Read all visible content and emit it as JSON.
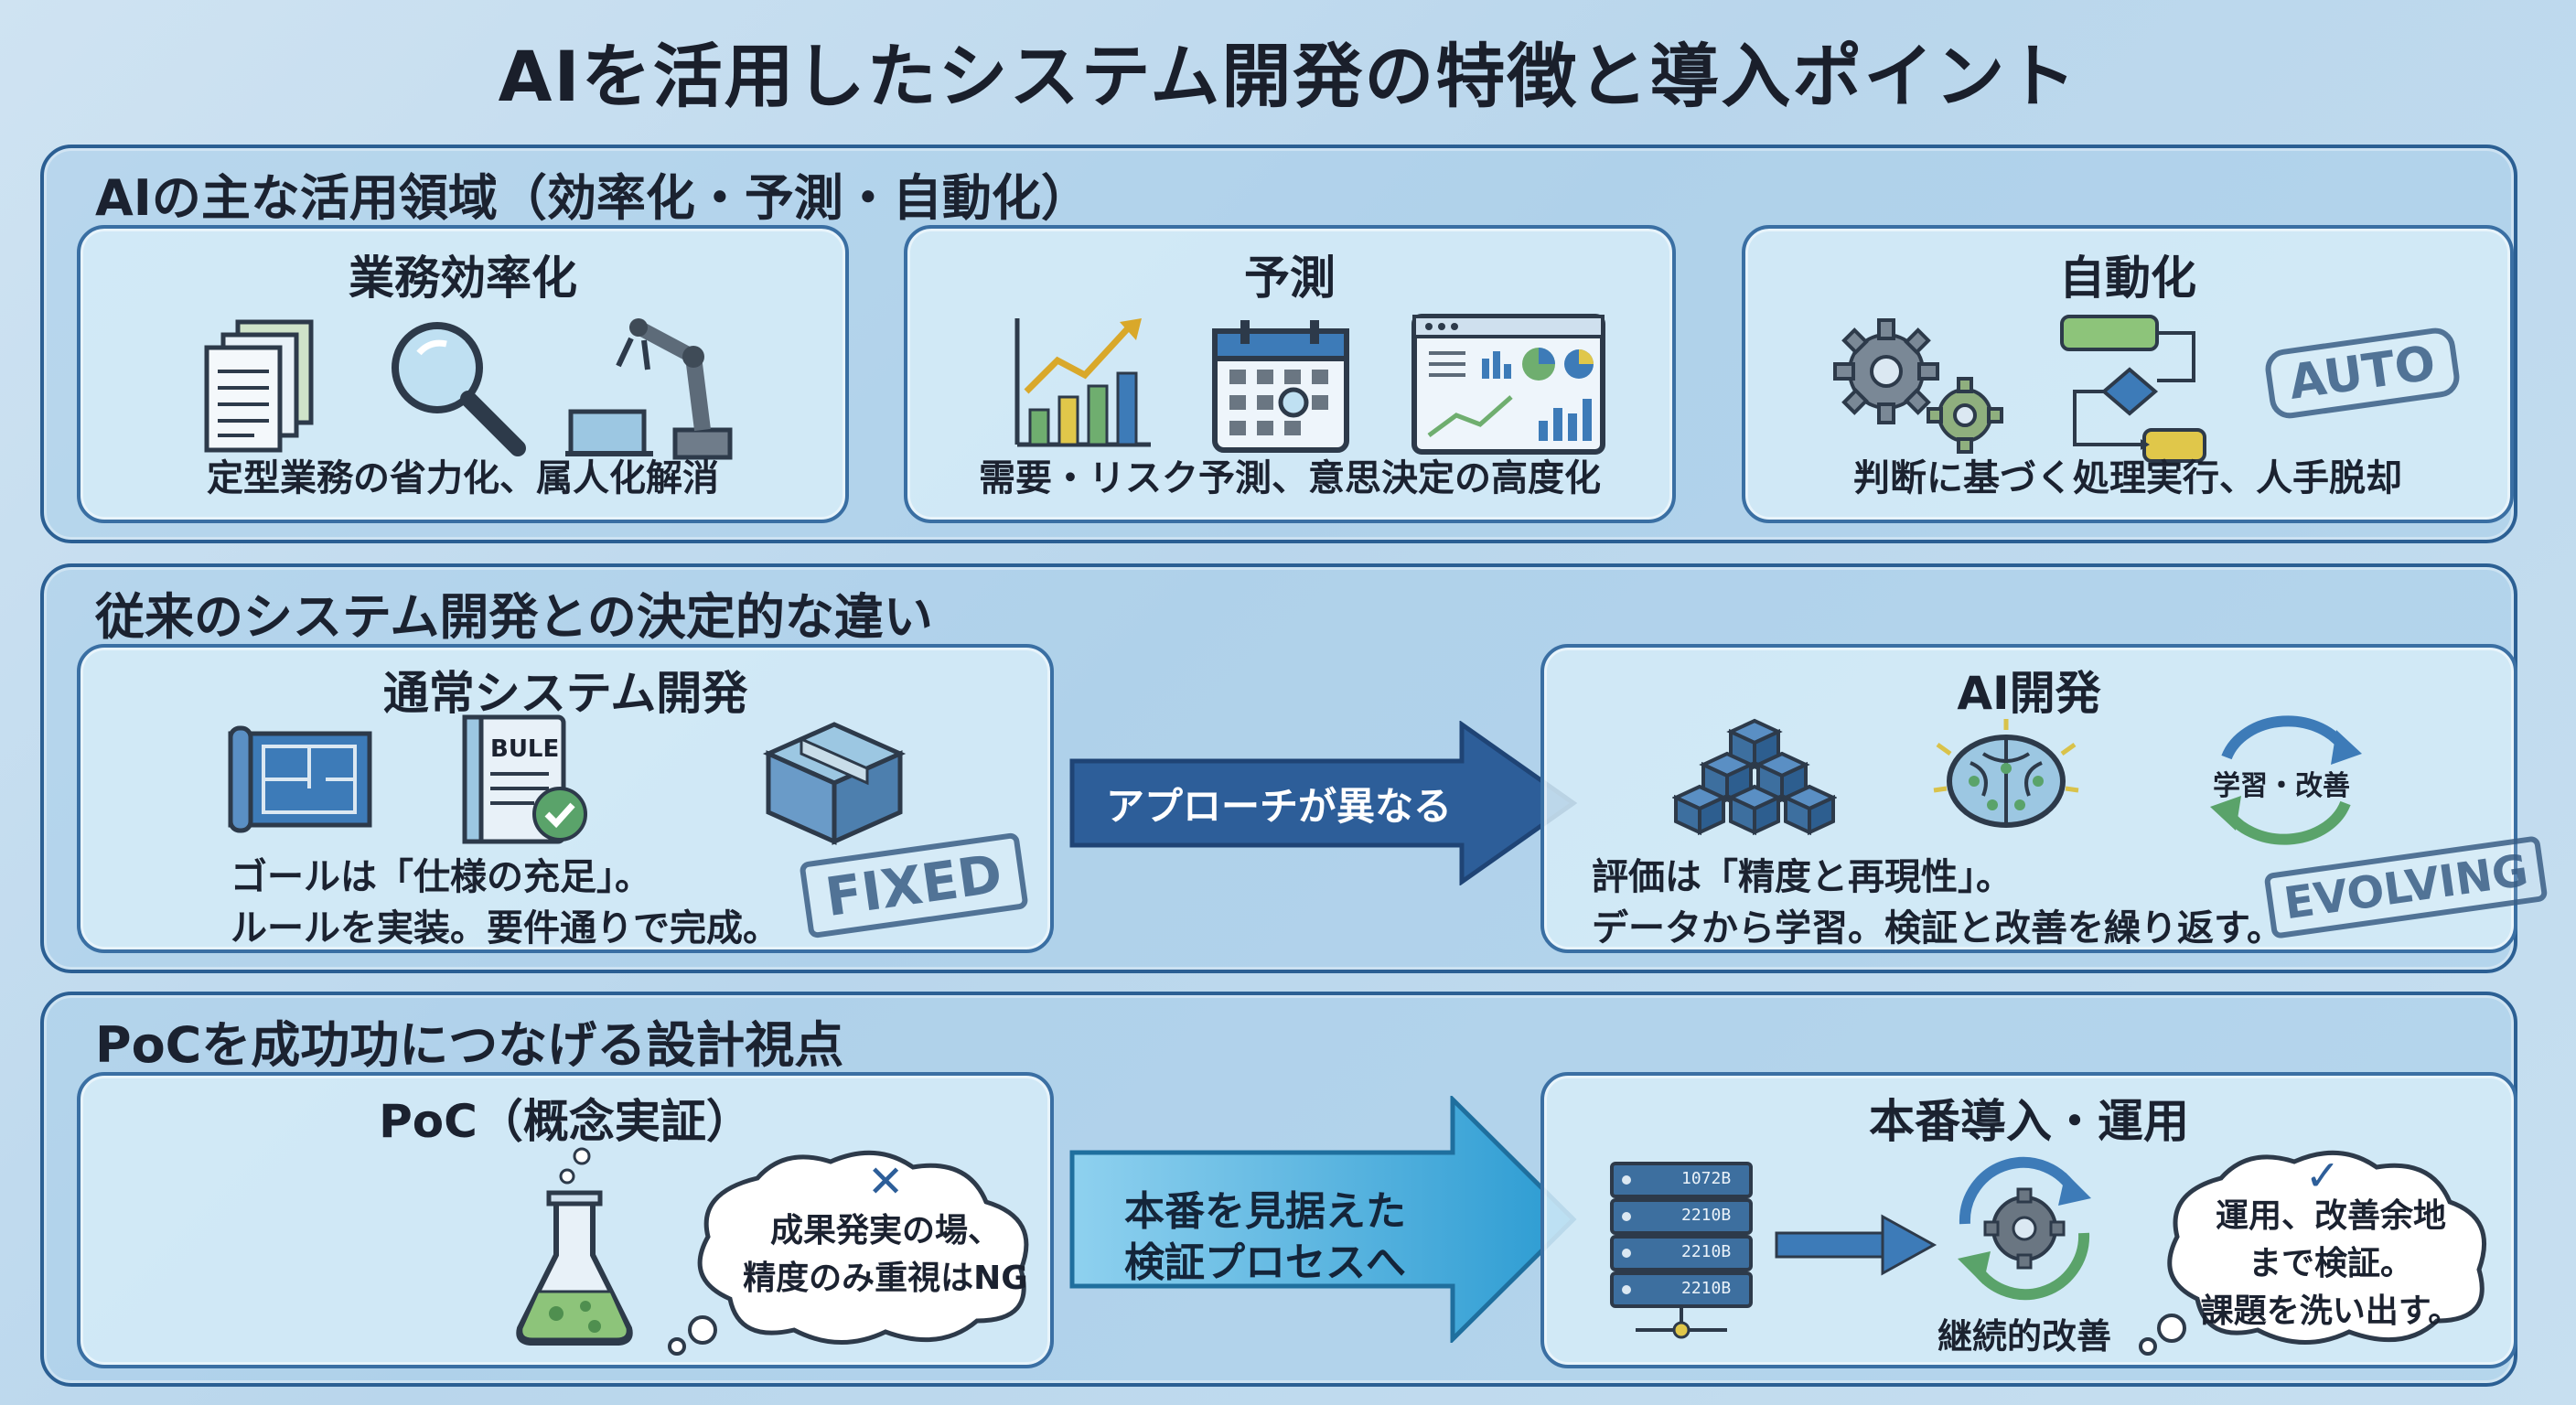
{
  "title": "AIを活用したシステム開発の特徴と導入ポイント",
  "section1": {
    "heading": "AIの主な活用領域（効率化・予測・自動化）",
    "cards": [
      {
        "title": "業務効率化",
        "caption": "定型業務の省力化、属人化解消",
        "icons": [
          "documents-icon",
          "magnifier-icon",
          "robot-arm-icon"
        ]
      },
      {
        "title": "予測",
        "caption": "需要・リスク予測、意思決定の高度化",
        "icons": [
          "growth-chart-icon",
          "calendar-icon",
          "dashboard-icon"
        ]
      },
      {
        "title": "自動化",
        "caption": "判断に基づく処理実行、人手脱却",
        "icons": [
          "gears-icon",
          "flowchart-icon",
          "auto-stamp-icon"
        ],
        "stamp": "AUTO"
      }
    ]
  },
  "section2": {
    "heading": "従来のシステム開発との決定的な違い",
    "left": {
      "title": "通常システム開発",
      "rule_label": "BULE",
      "desc_line1": "ゴールは「仕様の充足」。",
      "desc_line2": "ルールを実装。要件通りで完成。",
      "stamp": "FIXED"
    },
    "arrow": "アプローチが異なる",
    "right": {
      "title": "AI開発",
      "cycle_label": "学習・改善",
      "desc_line1": "評価は「精度と再現性」。",
      "desc_line2": "データから学習。検証と改善を繰り返す。",
      "stamp": "EVOLVING"
    }
  },
  "section3": {
    "heading": "PoCを成功功につなげる設計視点",
    "left": {
      "title": "PoC（概念実証）",
      "cloud_mark": "✕",
      "cloud_line1": "成果発実の場、",
      "cloud_line2": "精度のみ重視はNG"
    },
    "arrow_line1": "本番を見据えた",
    "arrow_line2": "検証プロセスへ",
    "right": {
      "title": "本番導入・運用",
      "server_labels": [
        "1072B",
        "2210B",
        "2210B",
        "2210B"
      ],
      "cycle_caption": "継続的改善",
      "cloud_mark": "✓",
      "cloud_line1": "運用、改善余地",
      "cloud_line2": "まで検証。",
      "cloud_line3": "課題を洗い出す。"
    }
  },
  "colors": {
    "border": "#2b5f93",
    "arrow": "#2d5e99",
    "accent_green": "#5aa36a",
    "accent_yellow": "#d8c24a"
  }
}
